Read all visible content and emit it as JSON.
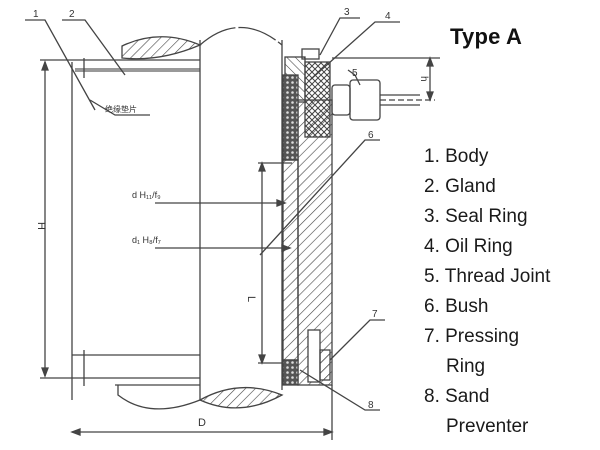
{
  "title": "Type A",
  "legend": [
    {
      "label": "1. Body"
    },
    {
      "label": "2. Gland"
    },
    {
      "label": "3. Seal Ring"
    },
    {
      "label": "4. Oil Ring"
    },
    {
      "label": "5. Thread Joint"
    },
    {
      "label": "6. Bush"
    },
    {
      "label": "7. Pressing"
    },
    {
      "label": "Ring"
    },
    {
      "label": "8. Sand"
    },
    {
      "label": "Preventer"
    }
  ],
  "callouts": {
    "c1": "1",
    "c2": "2",
    "c3": "3",
    "c4": "4",
    "c5": "5",
    "c6": "6",
    "c7": "7",
    "c8": "8"
  },
  "dimensions": {
    "H": "H",
    "D": "D",
    "L": "L",
    "h": "h",
    "d_fit": "d H₁₁/f₉",
    "d1_fit": "d₁ H₈/f₇",
    "chinese_note": "绝缘垫片"
  }
}
